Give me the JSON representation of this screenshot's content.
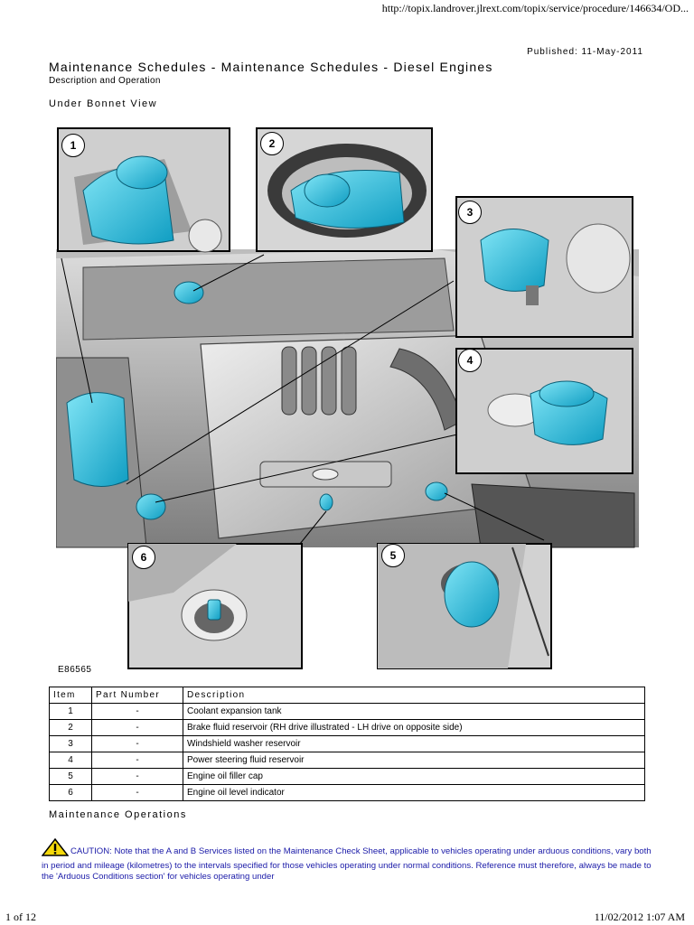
{
  "header": {
    "url": "http://topix.landrover.jlrext.com/topix/service/procedure/146634/OD...",
    "published": "Published: 11-May-2011"
  },
  "doc": {
    "title": "Maintenance Schedules - Maintenance Schedules - Diesel Engines",
    "subtitle": "Description and Operation",
    "section1": "Under Bonnet View",
    "figure_code": "E86565",
    "callouts": [
      "1",
      "2",
      "3",
      "4",
      "5",
      "6"
    ],
    "section2": "Maintenance Operations",
    "caution": "CAUTION: Note that the A and B Services listed on the Maintenance Check Sheet, applicable to vehicles operating under arduous conditions, vary both in period and mileage (kilometres) to the intervals specified for those vehicles operating under normal conditions. Reference must therefore, always be made to the 'Arduous Conditions section' for vehicles operating under"
  },
  "table": {
    "headers": [
      "Item",
      "Part Number",
      "Description"
    ],
    "rows": [
      [
        "1",
        "-",
        "Coolant expansion tank"
      ],
      [
        "2",
        "-",
        "Brake fluid reservoir (RH drive illustrated - LH drive on opposite side)"
      ],
      [
        "3",
        "-",
        "Windshield washer reservoir"
      ],
      [
        "4",
        "-",
        "Power steering fluid reservoir"
      ],
      [
        "5",
        "-",
        "Engine oil filler cap"
      ],
      [
        "6",
        "-",
        "Engine oil level indicator"
      ]
    ]
  },
  "footer": {
    "page": "1 of 12",
    "datetime": "11/02/2012 1:07 AM"
  },
  "colors": {
    "highlight": "#1ec6e6",
    "caution_text": "#1a1aa8",
    "warning_yellow": "#f5d90a"
  }
}
